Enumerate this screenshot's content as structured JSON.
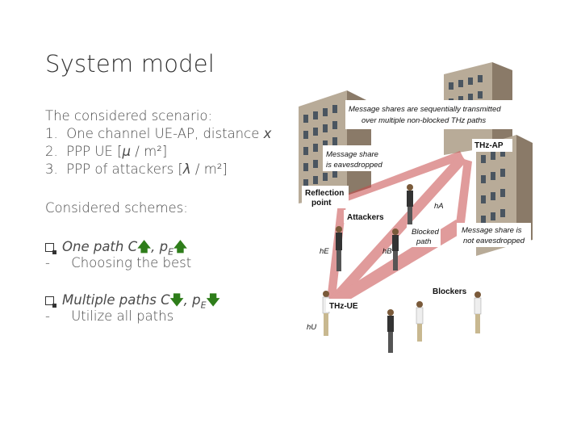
{
  "slide": {
    "title": "System model",
    "scenario_heading": "The considered scenario:",
    "scenario_items": [
      {
        "num": "1.",
        "text": "One channel UE-AP, distance ",
        "var": "x"
      },
      {
        "num": "2.",
        "text": "PPP UE [",
        "var": "μ",
        "tail": " / m²]"
      },
      {
        "num": "3.",
        "text": "PPP of attackers [",
        "var": "λ",
        "tail": " / m²]"
      }
    ],
    "schemes_heading": "Considered schemes:",
    "scheme1_title": "One path C",
    "scheme1_sep": ", p",
    "scheme1_sub": "E",
    "scheme1_detail_dash": "-",
    "scheme1_detail": "Choosing the best",
    "scheme2_title": "Multiple paths C",
    "scheme2_sep": ", p",
    "scheme2_sub": "E",
    "scheme2_detail_dash": "-",
    "scheme2_detail": "Utilize all paths"
  },
  "figure": {
    "label_top": "Message shares are sequentially transmitted over multiple non-blocked THz paths",
    "label_top_l1": "Message shares are sequentially transmitted",
    "label_top_l2": "over multiple non-blocked THz paths",
    "label_eaves_l1": "Message share",
    "label_eaves_l2": "is eavesdropped",
    "label_ap": "THz-AP",
    "label_reflection_l1": "Reflection",
    "label_reflection_l2": "point",
    "label_attackers": "Attackers",
    "label_blocked_l1": "Blocked",
    "label_blocked_l2": "path",
    "label_not_eaves_l1": "Message share is",
    "label_not_eaves_l2": "not eavesdropped",
    "label_blockers": "Blockers",
    "label_ue": "THz-UE",
    "label_hA": "hA",
    "label_hE": "hE",
    "label_hB": "hB",
    "label_hU": "hU"
  },
  "colors": {
    "arrow": "#2e7d1a",
    "beam": "#c84a4a",
    "building": "#8a7a68"
  }
}
